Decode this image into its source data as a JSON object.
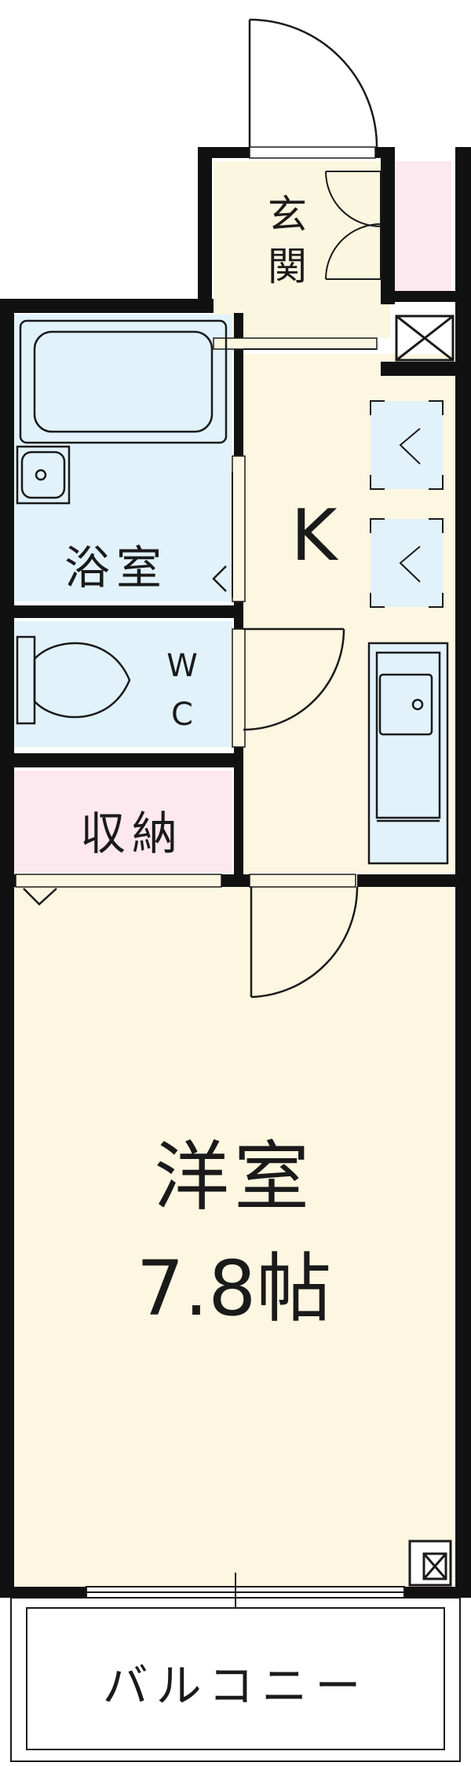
{
  "floorplan": {
    "rooms": {
      "entrance": {
        "label": "玄関",
        "color": "#fbf6e0"
      },
      "bathroom": {
        "label": "浴室",
        "color": "#e2f2fb"
      },
      "toilet": {
        "label": "WC",
        "color": "#e2f2fb"
      },
      "storage": {
        "label": "収納",
        "color": "#fce8ee"
      },
      "kitchen": {
        "label": "K",
        "color": "#fdf6e1"
      },
      "western_room": {
        "label": "洋室",
        "size": "7.8帖",
        "color": "#fdf6e1"
      },
      "balcony": {
        "label": "バルコニー",
        "color": "#ffffff"
      }
    },
    "colors": {
      "wall": "#111111",
      "shoe_box": "#fce8ee",
      "fixture_blue": "#e2f2fb",
      "line": "#1a1a1a"
    }
  }
}
